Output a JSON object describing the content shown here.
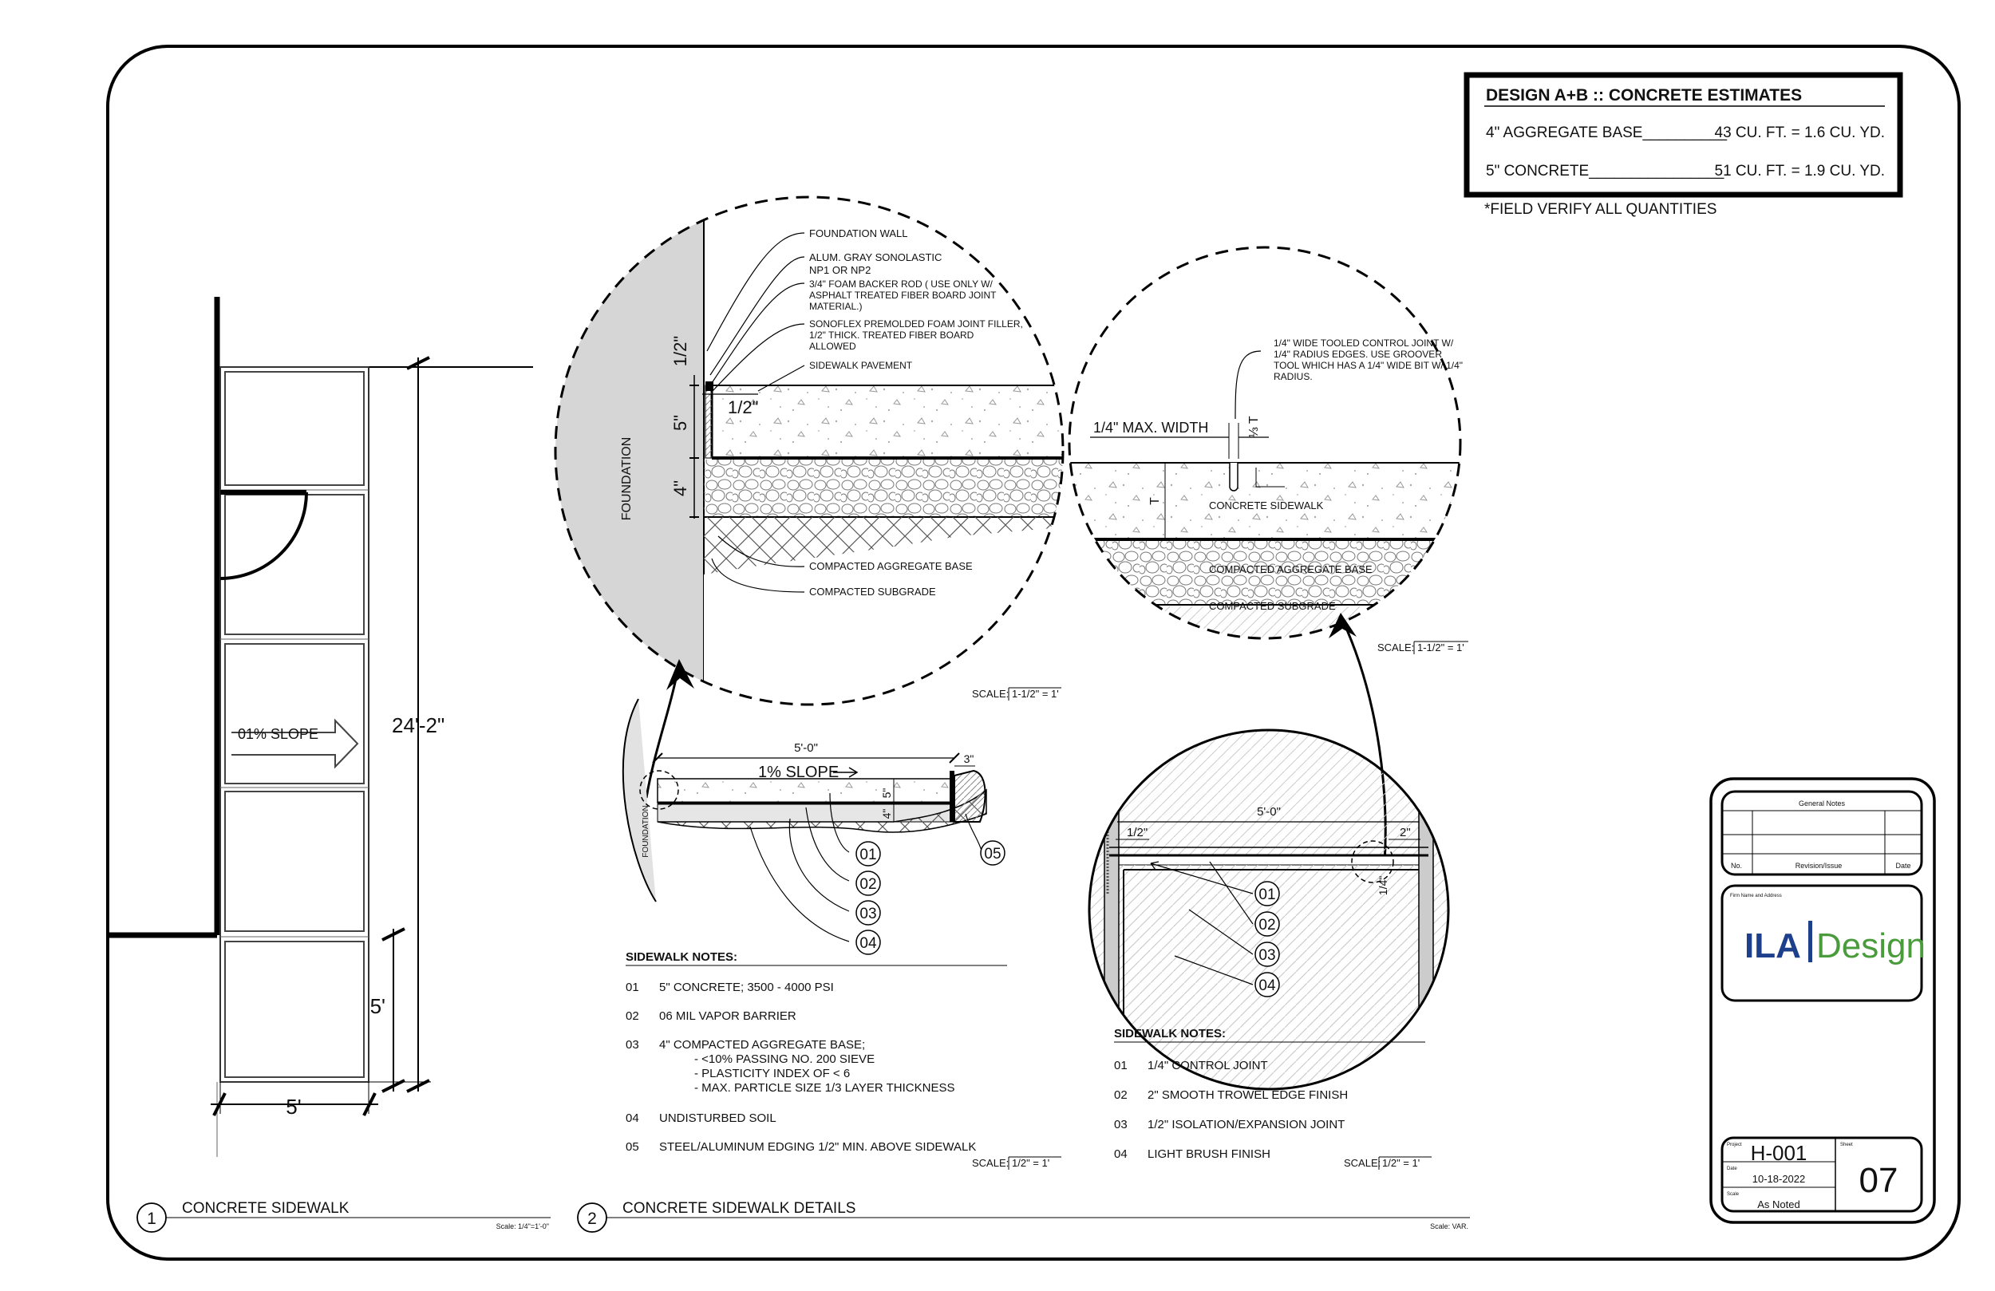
{
  "estimates": {
    "title": "DESIGN A+B :: CONCRETE ESTIMATES",
    "rows": [
      {
        "item": "4\" AGGREGATE BASE__________",
        "qty": "43 CU. FT. = 1.6 CU. YD."
      },
      {
        "item": "5\" CONCRETE________________",
        "qty": "51 CU. FT. = 1.9 CU. YD."
      }
    ],
    "note": "*FIELD VERIFY ALL QUANTITIES"
  },
  "plan": {
    "slope_label": "01% SLOPE",
    "length_dim": "24'-2\"",
    "width_dim": "5'",
    "panel_dim": "5'"
  },
  "detail_a": {
    "callouts": [
      "FOUNDATION WALL",
      "ALUM. GRAY SONOLASTIC",
      "NP1 OR NP2",
      "3/4\" FOAM BACKER ROD ( USE ONLY W/",
      "ASPHALT TREATED FIBER BOARD JOINT",
      "MATERIAL.)",
      "SONOFLEX PREMOLDED FOAM JOINT FILLER,",
      "1/2\" THICK.  TREATED FIBER BOARD",
      "ALLOWED",
      "SIDEWALK PAVEMENT"
    ],
    "dim_half": "1/2\"",
    "dim_5": "5\"",
    "dim_4": "4\"",
    "dim_half_b": "1/2\"",
    "foundation": "FOUNDATION",
    "base_label": "COMPACTED AGGREGATE BASE",
    "subgrade_label": "COMPACTED SUBGRADE",
    "scale_prefix": "SCALE:",
    "scale": "1-1/2\" = 1'"
  },
  "detail_b": {
    "callouts": [
      "1/4\" WIDE TOOLED CONTROL JOINT W/",
      "1/4\" RADIUS EDGES.  USE GROOVER",
      "TOOL WHICH HAS A 1/4\" WIDE BIT W/ 1/4\"",
      "RADIUS."
    ],
    "max_width": "1/4\" MAX. WIDTH",
    "third_t": "⅓ T",
    "t": "T",
    "sidewalk_label": "CONCRETE SIDEWALK",
    "base_label": "COMPACTED AGGREGATE BASE",
    "subgrade_label": "COMPACTED SUBGRADE",
    "scale_prefix": "SCALE:",
    "scale": "1-1/2\" = 1'"
  },
  "section1": {
    "width_dim": "5'-0\"",
    "edge_dim": "3\"",
    "slope": "1% SLOPE",
    "dim_5": "5\"",
    "dim_4": "4\"",
    "foundation": "FOUNDATION",
    "tags": [
      "01",
      "02",
      "03",
      "04",
      "05"
    ],
    "notes_title": "SIDEWALK NOTES:",
    "notes": [
      {
        "num": "01",
        "text": "5\" CONCRETE; 3500  - 4000 PSI"
      },
      {
        "num": "02",
        "text": "06 MIL VAPOR BARRIER"
      },
      {
        "num": "03",
        "text": "4\" COMPACTED AGGREGATE BASE;"
      },
      {
        "num": "04",
        "text": "UNDISTURBED SOIL"
      },
      {
        "num": "05",
        "text": "STEEL/ALUMINUM EDGING 1/2\" MIN. ABOVE SIDEWALK"
      }
    ],
    "note_03_sub": [
      "- <10% PASSING NO. 200 SIEVE",
      "- PLASTICITY INDEX OF < 6",
      "- MAX. PARTICLE SIZE 1/3 LAYER THICKNESS"
    ],
    "scale_prefix": "SCALE:",
    "scale": "1/2\" = 1'"
  },
  "section2": {
    "width_dim": "5'-0\"",
    "left_dim": "1/2\"",
    "right_dim": "2\"",
    "quarter_dim": "1/4\"",
    "tags": [
      "01",
      "02",
      "03",
      "04"
    ],
    "notes_title": "SIDEWALK NOTES:",
    "notes": [
      {
        "num": "01",
        "text": "1/4\" CONTROL JOINT"
      },
      {
        "num": "02",
        "text": "2\" SMOOTH TROWEL EDGE FINISH"
      },
      {
        "num": "03",
        "text": "1/2\" ISOLATION/EXPANSION JOINT"
      },
      {
        "num": "04",
        "text": "LIGHT BRUSH FINISH"
      }
    ],
    "scale_prefix": "SCALE:",
    "scale": "1/2\" = 1'"
  },
  "titles": [
    {
      "num": "1",
      "title": "CONCRETE SIDEWALK",
      "scale": "Scale: 1/4\"=1'-0\""
    },
    {
      "num": "2",
      "title": "CONCRETE SIDEWALK DETAILS",
      "scale": "Scale: VAR."
    }
  ],
  "title_block": {
    "general_notes": "General Notes",
    "col_no": "No.",
    "col_rev": "Revision/Issue",
    "col_date": "Date",
    "firm_label": "Firm Name and Address",
    "logo_a": "ILA",
    "logo_b": "Design",
    "project_label": "Project",
    "project": "H-001",
    "date_label": "Date",
    "date": "10-18-2022",
    "scale_label": "Scale",
    "scale": "As Noted",
    "sheet_label": "Sheet",
    "sheet": "07",
    "logo_blue": "#1d3f8c",
    "logo_green": "#4a9b3b"
  }
}
